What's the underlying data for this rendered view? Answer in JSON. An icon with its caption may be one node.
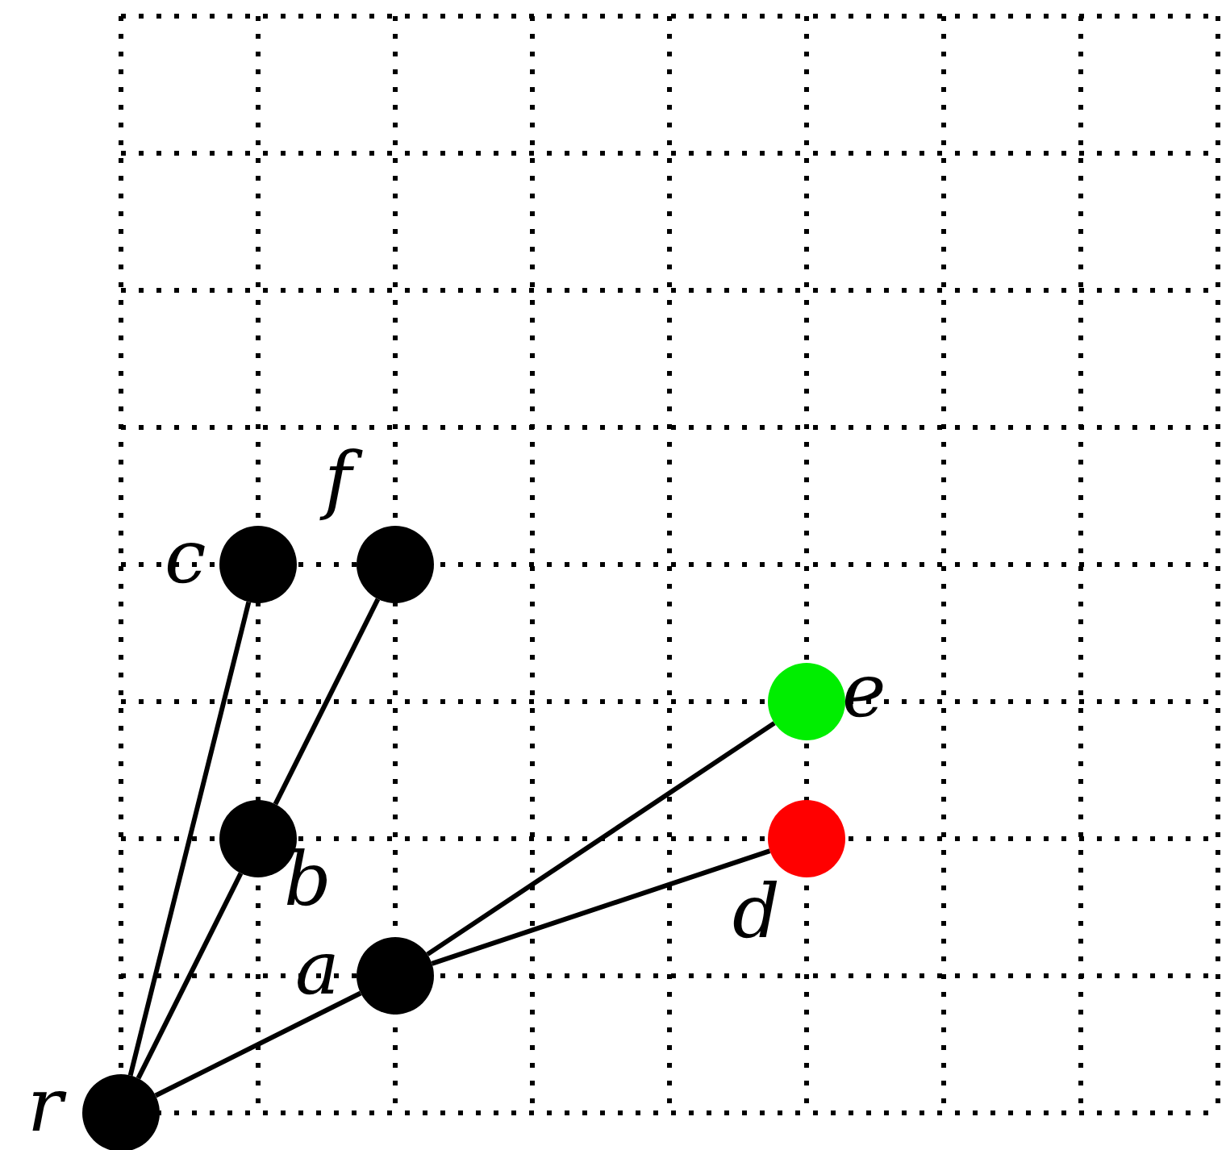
{
  "diagram": {
    "nodes": [
      {
        "text": [],
        "shape": "circle",
        "beside": [
          "c"
        ]
      },
      {
        "text": [],
        "shape": "circle",
        "beside": [
          "f"
        ]
      },
      {
        "text": [],
        "shape": "circle",
        "beside": [
          "e"
        ]
      },
      {
        "text": [],
        "shape": "circle",
        "beside": [
          "b"
        ]
      },
      {
        "text": [],
        "shape": "circle",
        "beside": [
          "d"
        ]
      },
      {
        "text": [],
        "shape": "circle",
        "beside": [
          "a"
        ]
      },
      {
        "text": [],
        "shape": "circle",
        "beside": [
          "r"
        ]
      }
    ],
    "edges": [
      {
        "from": 6,
        "to": 0,
        "arrow": "none"
      },
      {
        "from": 6,
        "to": 3,
        "arrow": "none"
      },
      {
        "from": 3,
        "to": 1,
        "arrow": "none"
      },
      {
        "from": 6,
        "to": 5,
        "arrow": "none"
      },
      {
        "from": 5,
        "to": 2,
        "arrow": "none"
      },
      {
        "from": 5,
        "to": 4,
        "arrow": "none"
      }
    ]
  }
}
